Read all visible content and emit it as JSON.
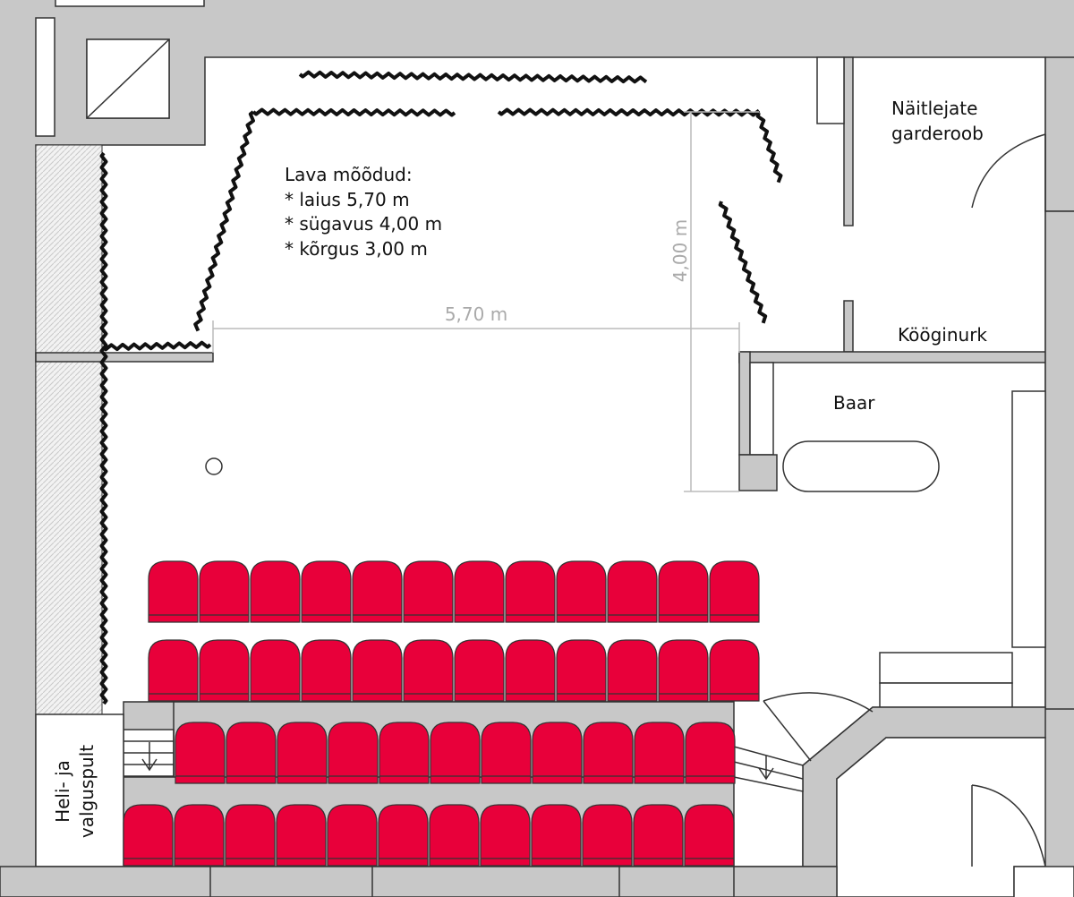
{
  "stage": {
    "title": "Lava mõõdud:",
    "specs": [
      "* laius 5,70 m",
      "* sügavus 4,00 m",
      "* kõrgus 3,00 m"
    ]
  },
  "dimensions": {
    "width_label": "5,70 m",
    "depth_label": "4,00 m"
  },
  "rooms": {
    "dressing_line1": "Näitlejate",
    "dressing_line2": "garderoob",
    "kitchen": "Kööginurk",
    "bar": "Baar",
    "booth_line1": "Heli- ja",
    "booth_line2": "valguspult"
  },
  "seating": {
    "seat_color": "#e8003a",
    "rows": [
      12,
      12,
      11,
      12
    ]
  }
}
